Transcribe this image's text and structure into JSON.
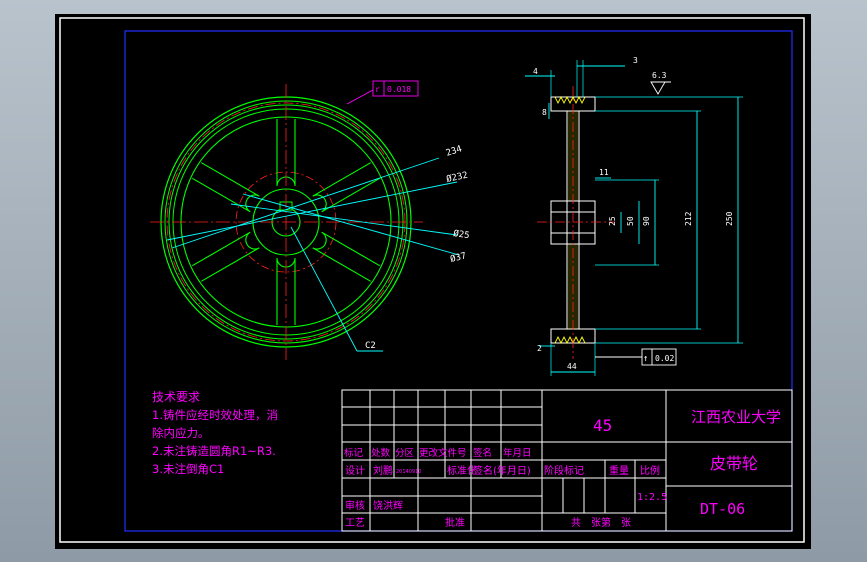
{
  "colors": {
    "background": "#000000",
    "outline": "#ffffff",
    "geometry": "#00ff00",
    "center_lines": "#ff2020",
    "dimensions": "#00ffff",
    "annotation": "#ff00ff",
    "frame": "#2030ff",
    "section": "#ffff00"
  },
  "drawing": {
    "front_view": {
      "callouts": {
        "tolerance_frame": "r",
        "tolerance_value": "0.018",
        "dim_234": "234",
        "dim_d232": "Ø232",
        "dim_d25": "Ø25",
        "dim_d37": "Ø37",
        "chamfer": "C2"
      }
    },
    "section_view": {
      "dims": {
        "d4": "4",
        "d3": "3",
        "d8": "8",
        "d11": "11",
        "d25": "25",
        "d50": "50",
        "d90": "90",
        "d212": "212",
        "d250": "250",
        "d2": "2",
        "d44": "44",
        "roughness": "6.3",
        "runout_symbol": "↑",
        "runout_value": "0.02"
      }
    },
    "notes": {
      "title": "技术要求",
      "lines": [
        "1.铸件应经时效处理，消",
        "除内应力。",
        "2.未注铸造圆角R1~R3.",
        "3.未注倒角C1"
      ]
    },
    "title_block": {
      "row_header": [
        "标记",
        "处数",
        "分区",
        "更改文件号",
        "签名",
        "年月日"
      ],
      "design_label": "设计",
      "designer": "刘鹏",
      "design_date": "20140910",
      "standardize_label": "标准化",
      "sign_date_label": "签名(年月日)",
      "stage_mark_label": "阶段标记",
      "weight_label": "重量",
      "scale_label": "比例",
      "scale_value": "1:2.5",
      "review_label": "审核",
      "reviewer": "饶洪辉",
      "process_label": "工艺",
      "approve_label": "批准",
      "sheets": "共　张第　张",
      "material": "45",
      "school": "江西农业大学",
      "part_name": "皮带轮",
      "drawing_no": "DT-06"
    }
  }
}
